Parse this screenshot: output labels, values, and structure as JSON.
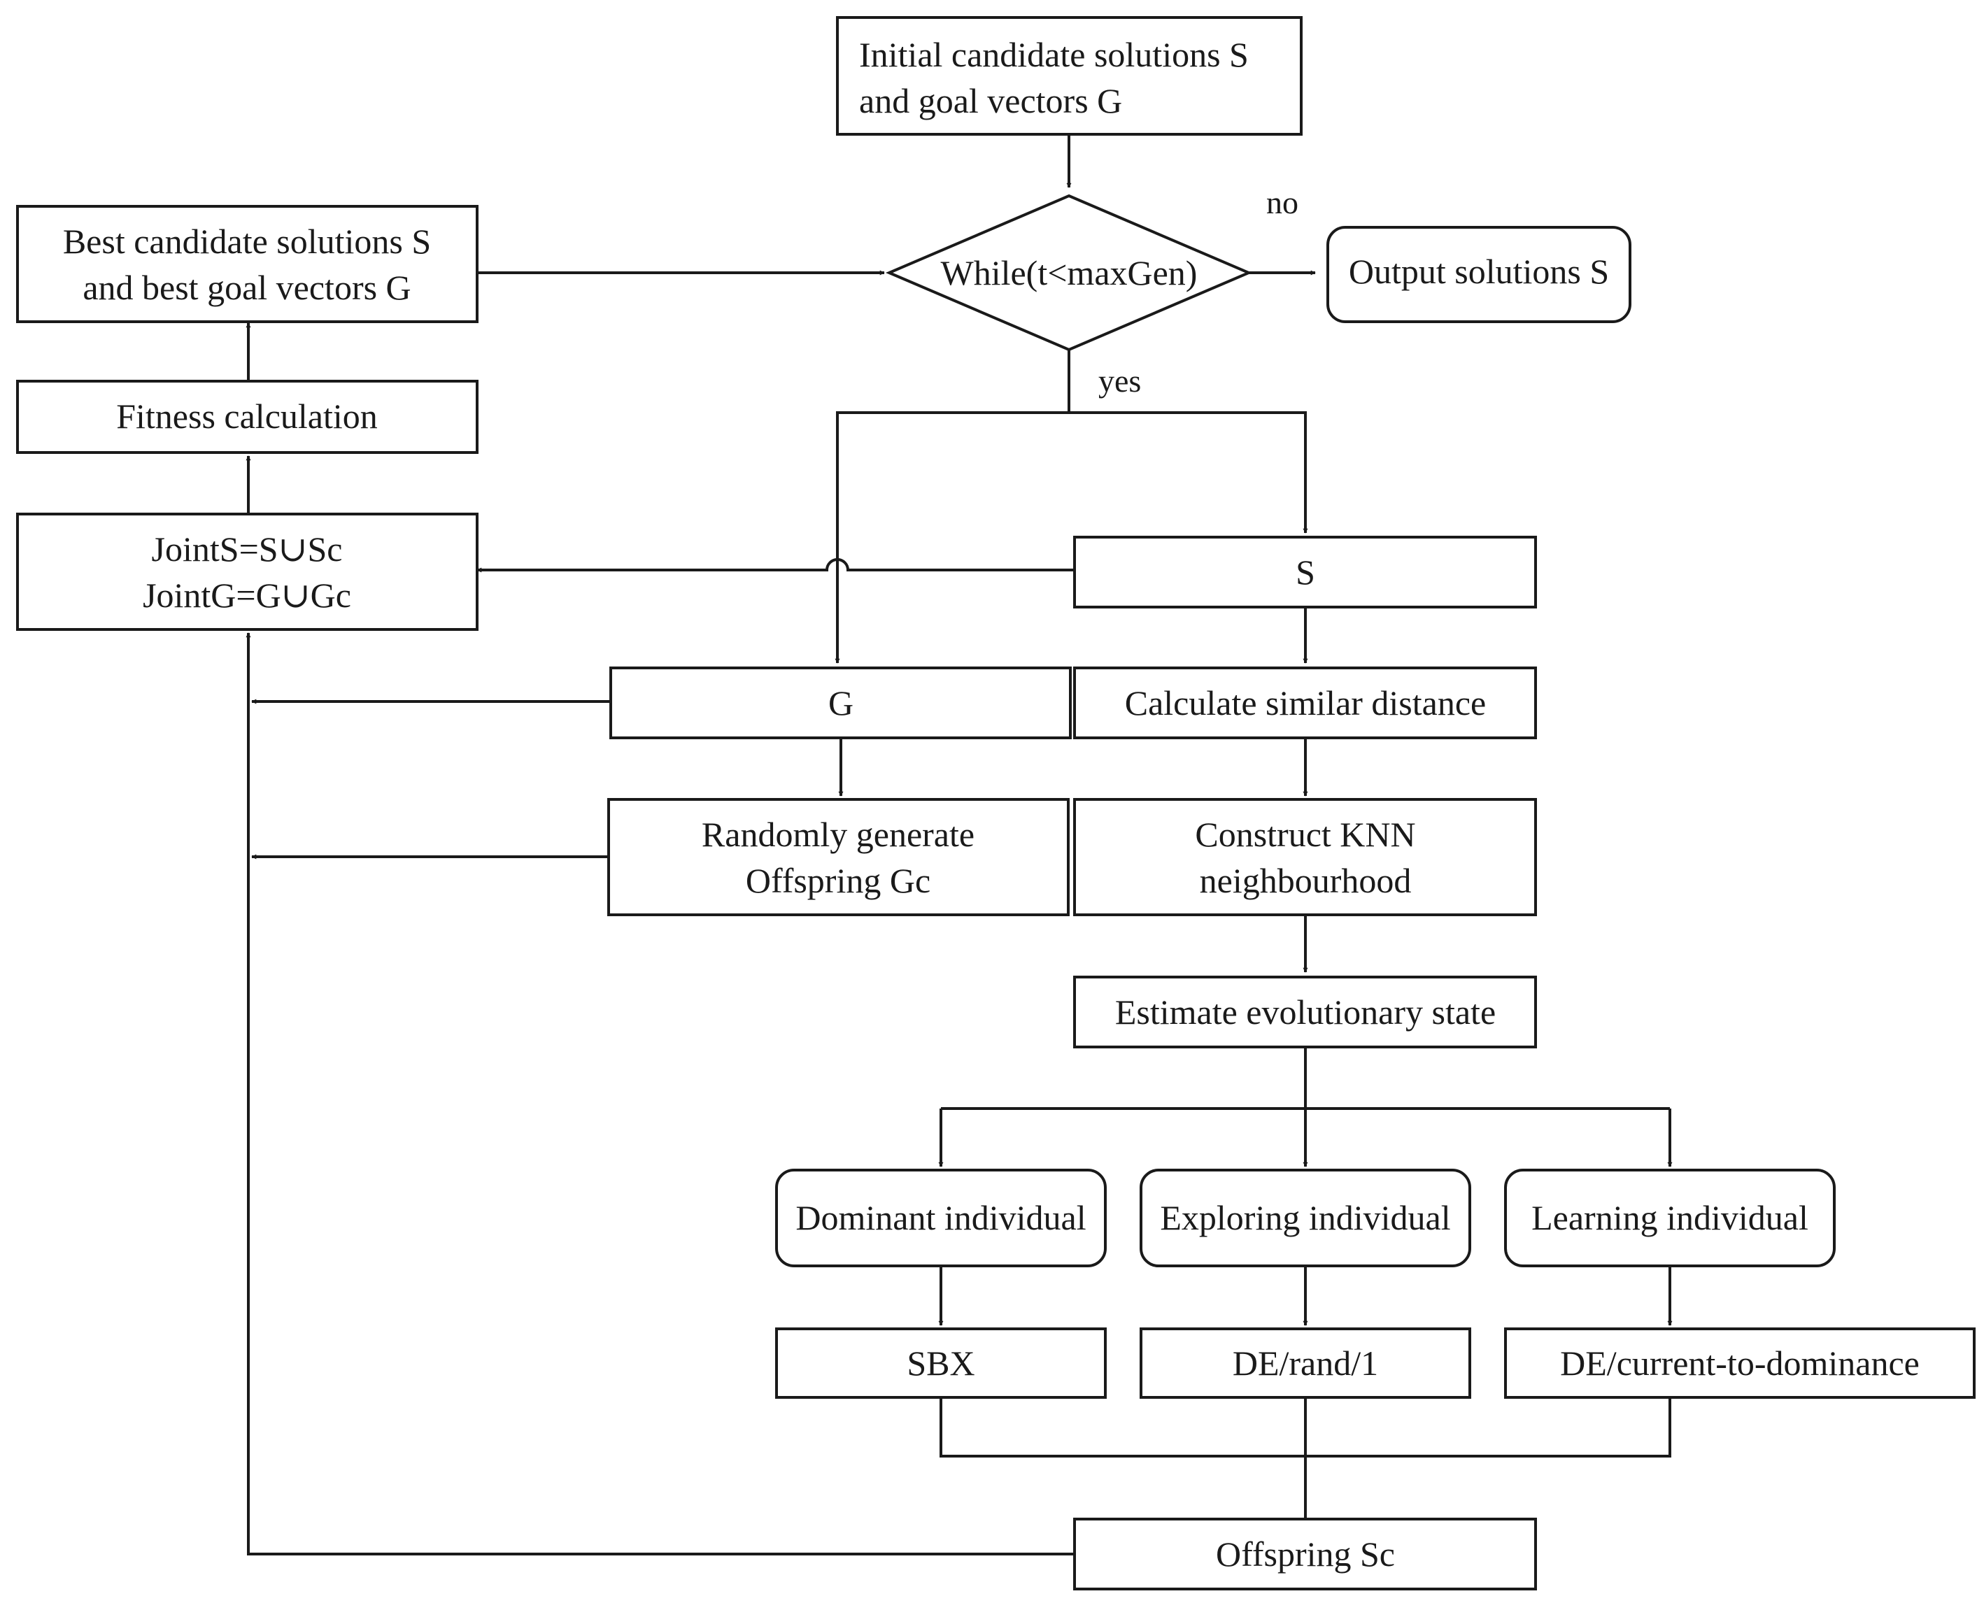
{
  "nodes": {
    "initial": {
      "lines": [
        "Initial candidate solutions S",
        "and goal vectors G"
      ]
    },
    "while": {
      "lines": [
        "While(t<maxGen)"
      ]
    },
    "output": {
      "lines": [
        "Output solutions S"
      ]
    },
    "best": {
      "lines": [
        "Best candidate solutions S",
        "and best goal vectors G"
      ]
    },
    "fitness": {
      "lines": [
        "Fitness calculation"
      ]
    },
    "joint": {
      "lines": [
        "JointS=S∪Sc",
        "JointG=G∪Gc"
      ]
    },
    "s": {
      "lines": [
        "S"
      ]
    },
    "g": {
      "lines": [
        "G"
      ]
    },
    "similar": {
      "lines": [
        "Calculate similar distance"
      ]
    },
    "random_gen": {
      "lines": [
        "Randomly generate",
        "Offspring Gc"
      ]
    },
    "knn": {
      "lines": [
        "Construct KNN",
        "neighbourhood"
      ]
    },
    "estimate": {
      "lines": [
        "Estimate evolutionary state"
      ]
    },
    "dominant": {
      "lines": [
        "Dominant individual"
      ]
    },
    "exploring": {
      "lines": [
        "Exploring individual"
      ]
    },
    "learning": {
      "lines": [
        "Learning individual"
      ]
    },
    "sbx": {
      "lines": [
        "SBX"
      ]
    },
    "derand": {
      "lines": [
        "DE/rand/1"
      ]
    },
    "decurrent": {
      "lines": [
        "DE/current-to-dominance"
      ]
    },
    "offspring": {
      "lines": [
        "Offspring Sc"
      ]
    }
  },
  "edge_labels": {
    "no": "no",
    "yes": "yes"
  },
  "colors": {
    "stroke": "#1a1a1a",
    "fill": "#ffffff",
    "text": "#1a1a1a"
  }
}
